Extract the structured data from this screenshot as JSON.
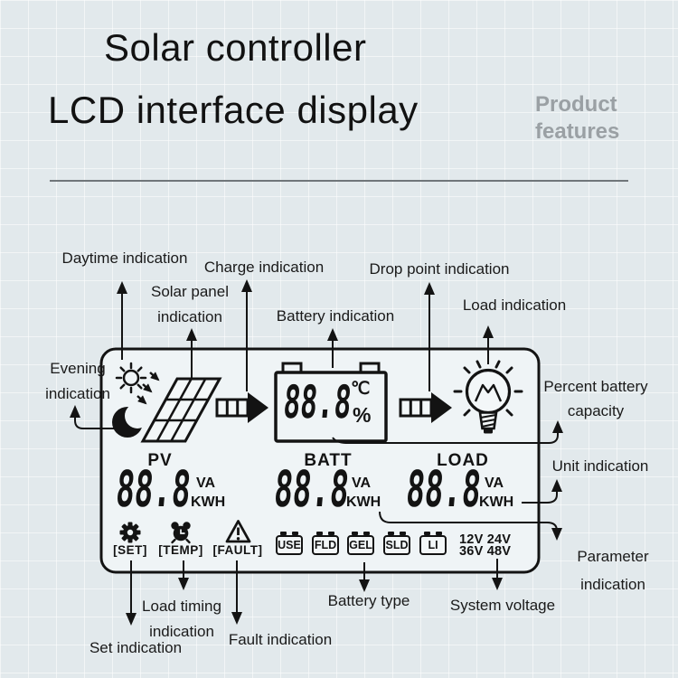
{
  "colors": {
    "background": "#e2e9ec",
    "panel_fill": "#eff4f6",
    "ink": "#131313",
    "muted_gray": "#9aa0a4"
  },
  "header": {
    "title_line1": "Solar controller",
    "title_line2": "LCD interface display",
    "badge_line1": "Product",
    "badge_line2": "features"
  },
  "lcd": {
    "battery_display": {
      "value": "88.8",
      "temp_unit": "℃",
      "percent_unit": "%"
    },
    "meters": [
      {
        "label": "PV",
        "value": "88.8",
        "unit_top": "VA",
        "unit_bottom": "KWH"
      },
      {
        "label": "BATT",
        "value": "88.8",
        "unit_top": "VA",
        "unit_bottom": "KWH"
      },
      {
        "label": "LOAD",
        "value": "88.8",
        "unit_top": "VA",
        "unit_bottom": "KWH"
      }
    ],
    "status_icons": [
      {
        "icon": "gear-icon",
        "label": "[SET]"
      },
      {
        "icon": "alarm-clock-icon",
        "label": "[TEMP]"
      },
      {
        "icon": "warning-triangle-icon",
        "label": "[FAULT]"
      }
    ],
    "battery_types": [
      "USE",
      "FLD",
      "GEL",
      "SLD",
      "LI"
    ],
    "system_voltages_line1": "12V 24V",
    "system_voltages_line2": "36V 48V"
  },
  "callouts": {
    "daytime": "Daytime indication",
    "solar_panel_1": "Solar panel",
    "solar_panel_2": "indication",
    "charge": "Charge indication",
    "battery": "Battery indication",
    "drop_point": "Drop point indication",
    "load": "Load indication",
    "evening_1": "Evening",
    "evening_2": "indication",
    "percent_1": "Percent battery",
    "percent_2": "capacity",
    "unit": "Unit indication",
    "parameter_1": "Parameter",
    "parameter_2": "indication",
    "set": "Set indication",
    "load_timing_1": "Load timing",
    "load_timing_2": "indication",
    "fault": "Fault indication",
    "battery_type": "Battery type",
    "system_voltage": "System voltage"
  }
}
